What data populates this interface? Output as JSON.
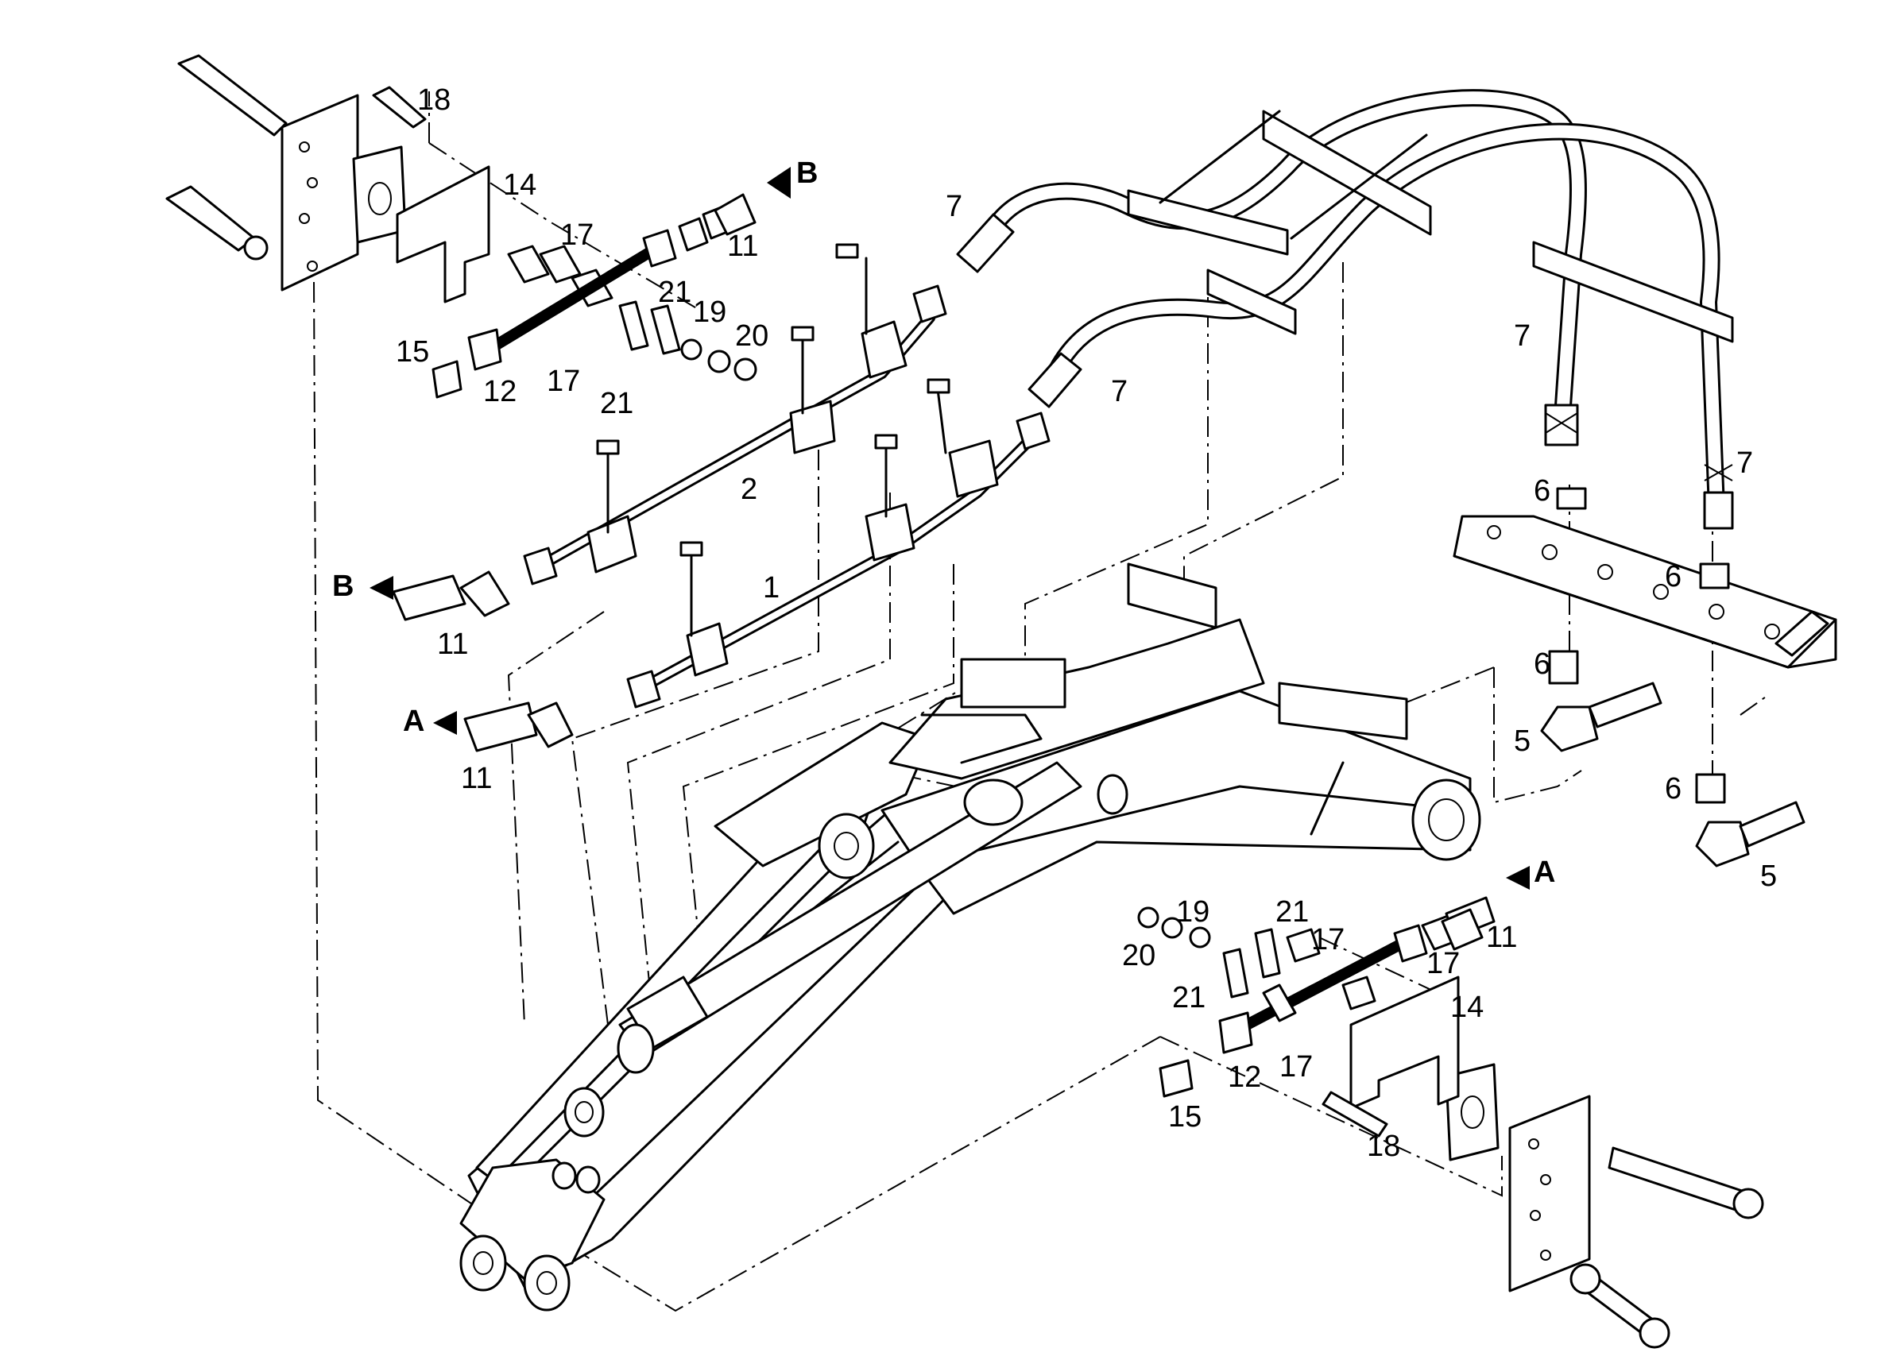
{
  "diagram": {
    "callouts": {
      "c1": "1",
      "c2": "2",
      "c5a": "5",
      "c5b": "5",
      "c6a": "6",
      "c6b": "6",
      "c6c": "6",
      "c6d": "6",
      "c7a": "7",
      "c7b": "7",
      "c7c": "7",
      "c7d": "7",
      "c11a": "11",
      "c11b": "11",
      "c11c": "11",
      "c11d": "11",
      "c12a": "12",
      "c12b": "12",
      "c14a": "14",
      "c14b": "14",
      "c15a": "15",
      "c15b": "15",
      "c17a": "17",
      "c17b": "17",
      "c17c": "17",
      "c17d": "17",
      "c17e": "17",
      "c18a": "18",
      "c18b": "18",
      "c19a": "19",
      "c19b": "19",
      "c20a": "20",
      "c20b": "20",
      "c21a": "21",
      "c21b": "21",
      "c21c": "21",
      "c21d": "21"
    },
    "port_markers": {
      "b_top": "B",
      "b_left": "B",
      "a_left": "A",
      "a_right": "A"
    }
  }
}
